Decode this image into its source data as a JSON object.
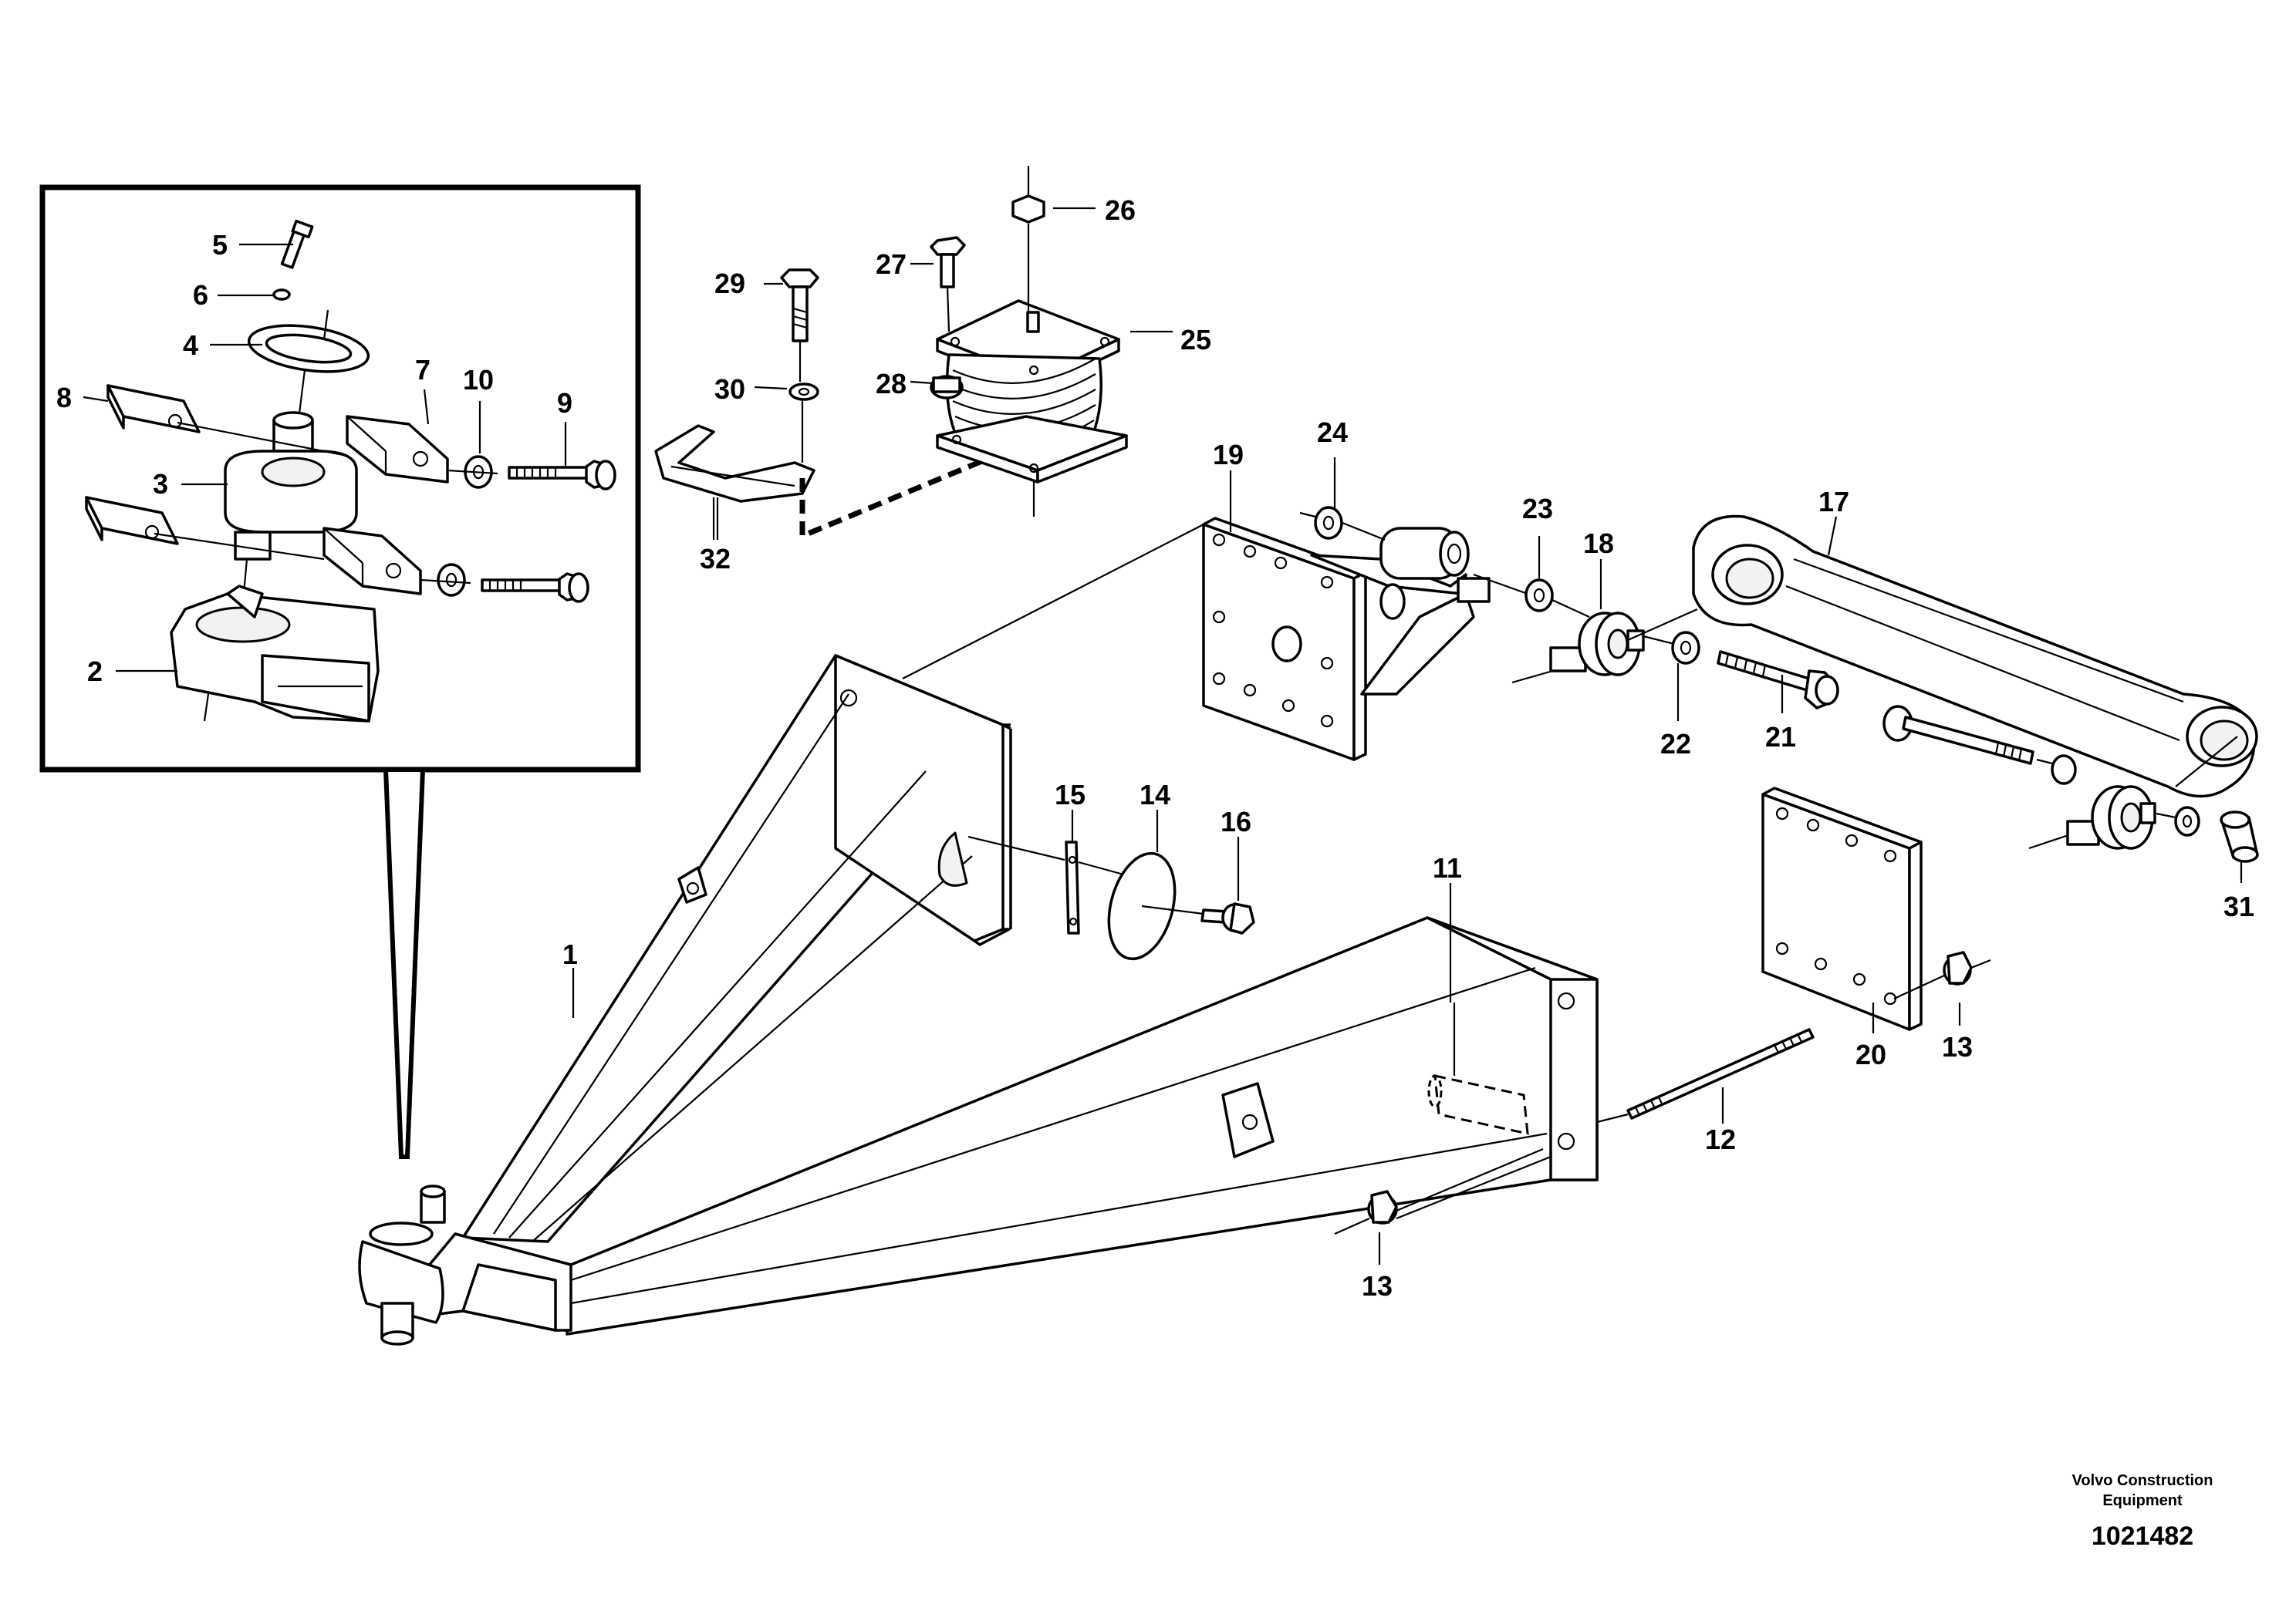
{
  "callouts": {
    "c1": "1",
    "c2": "2",
    "c3": "3",
    "c4": "4",
    "c5": "5",
    "c6": "6",
    "c7": "7",
    "c8": "8",
    "c9": "9",
    "c10": "10",
    "c11": "11",
    "c12": "12",
    "c13a": "13",
    "c13b": "13",
    "c14": "14",
    "c15": "15",
    "c16": "16",
    "c17": "17",
    "c18": "18",
    "c19": "19",
    "c20": "20",
    "c21": "21",
    "c22": "22",
    "c23": "23",
    "c24": "24",
    "c25": "25",
    "c26": "26",
    "c27": "27",
    "c28": "28",
    "c29": "29",
    "c30": "30",
    "c31": "31",
    "c32": "32"
  },
  "footer": {
    "company_line1": "Volvo Construction",
    "company_line2": "Equipment",
    "drawing_number": "1021482"
  }
}
